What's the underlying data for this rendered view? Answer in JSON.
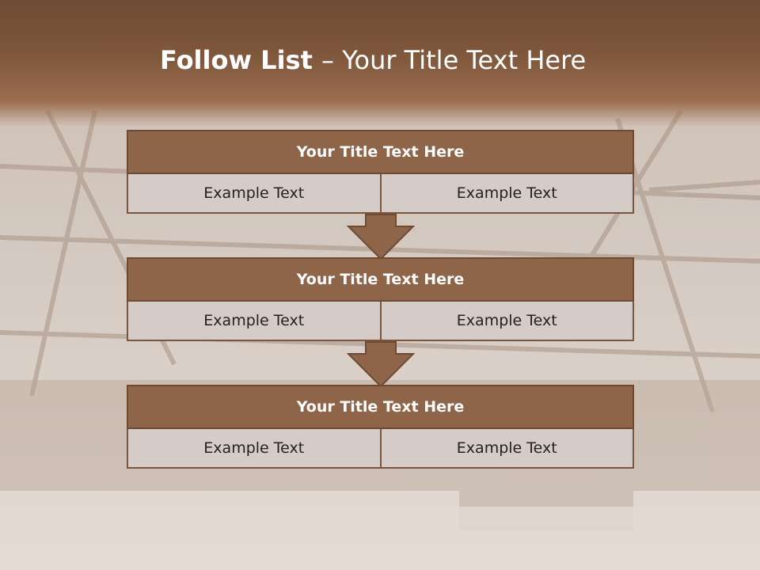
{
  "title": {
    "bold": "Follow List ",
    "rest": " – Your Title Text Here"
  },
  "colors": {
    "header": "#8f654a",
    "border": "#6e4a33",
    "cell": "#d5ccc7",
    "band": "#80583c"
  },
  "blocks": [
    {
      "title": "Your Title Text Here",
      "cells": [
        "Example Text",
        "Example Text"
      ]
    },
    {
      "title": "Your Title Text Here",
      "cells": [
        "Example Text",
        "Example Text"
      ]
    },
    {
      "title": "Your Title Text Here",
      "cells": [
        "Example Text",
        "Example Text"
      ]
    }
  ]
}
